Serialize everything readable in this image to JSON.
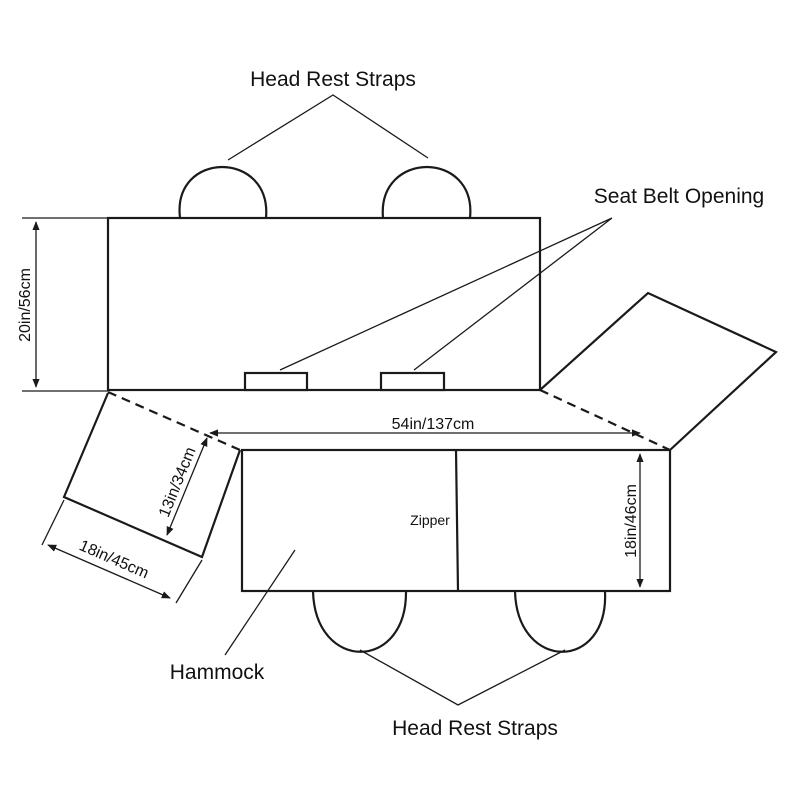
{
  "labels": {
    "head_rest_straps_top": "Head Rest Straps",
    "seat_belt_opening": "Seat Belt Opening",
    "head_rest_straps_bottom": "Head Rest Straps",
    "hammock": "Hammock",
    "zipper": "Zipper"
  },
  "dimensions": {
    "back_height": "20in/56cm",
    "width": "54in/137cm",
    "side_flap_height": "13in/34cm",
    "side_flap_width": "18in/45cm",
    "seat_depth": "18in/46cm"
  }
}
